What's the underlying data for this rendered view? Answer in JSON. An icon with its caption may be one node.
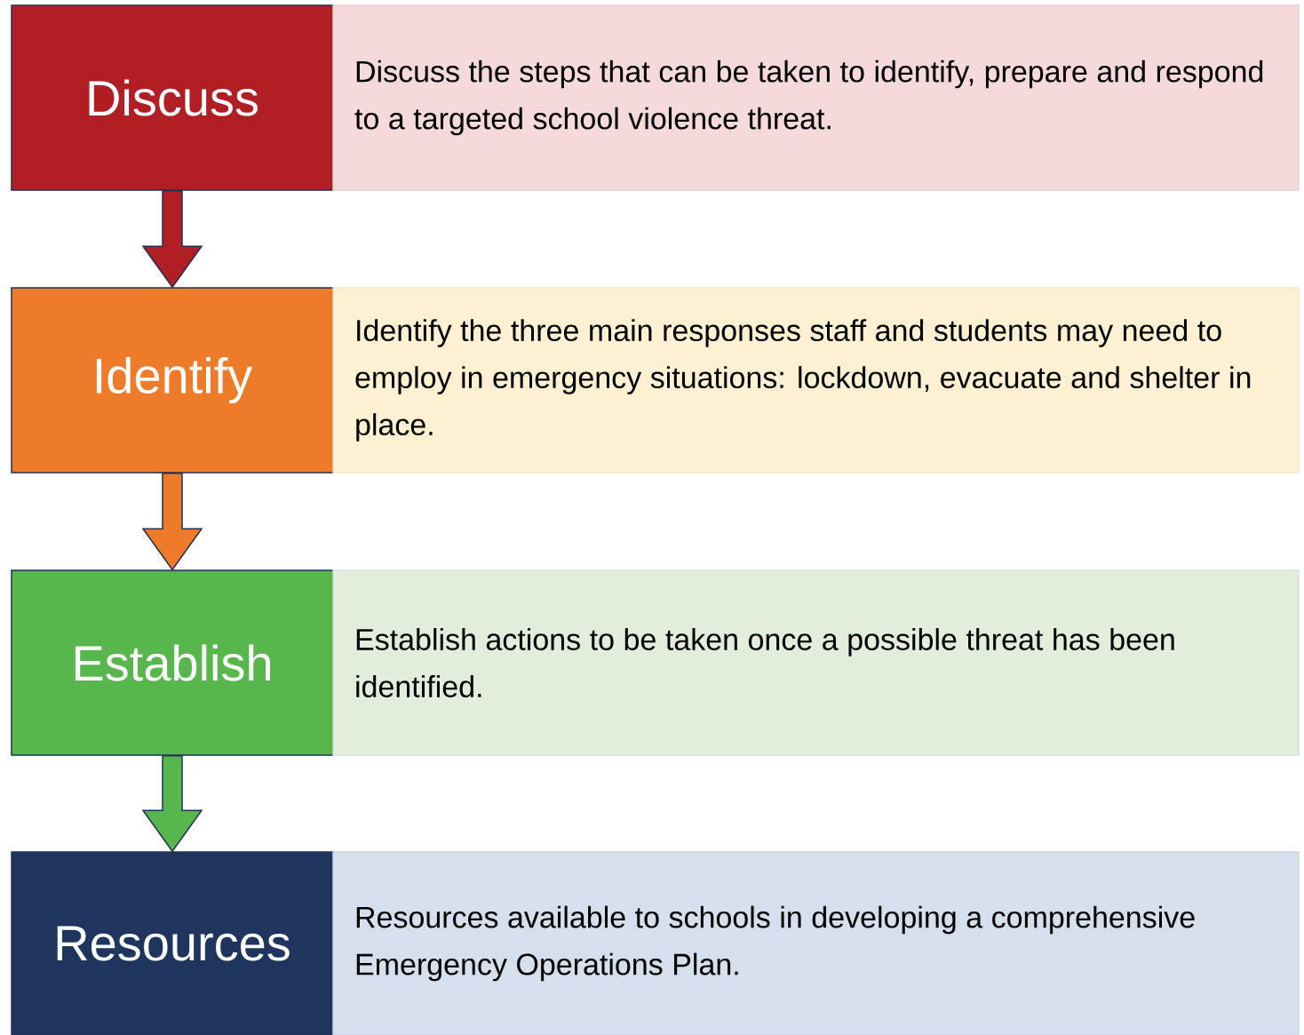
{
  "diagram": {
    "nodes": [
      {
        "text": [
          "Discuss"
        ]
      },
      {
        "text": [
          "Discuss the steps that can be taken to identify, prepare and respond to a targeted school violence threat."
        ]
      },
      {
        "text": [
          "Identify"
        ]
      },
      {
        "text": [
          "Identify the three main responses staff and students may need to employ in emergency situations: lockdown, evacuate and shelter in place."
        ]
      },
      {
        "text": [
          "Establish"
        ]
      },
      {
        "text": [
          "Establish actions to be taken once a possible threat has been identified."
        ]
      },
      {
        "text": [
          "Resources"
        ]
      },
      {
        "text": [
          "Resources available to schools in developing a comprehensive Emergency Operations Plan."
        ]
      }
    ],
    "edges": [
      {
        "from": 0,
        "to": 2,
        "arrow": "to",
        "color": "#b01f24"
      },
      {
        "from": 2,
        "to": 4,
        "arrow": "to",
        "color": "#ee7b2a"
      },
      {
        "from": 4,
        "to": 6,
        "arrow": "to",
        "color": "#58b74c"
      }
    ]
  }
}
